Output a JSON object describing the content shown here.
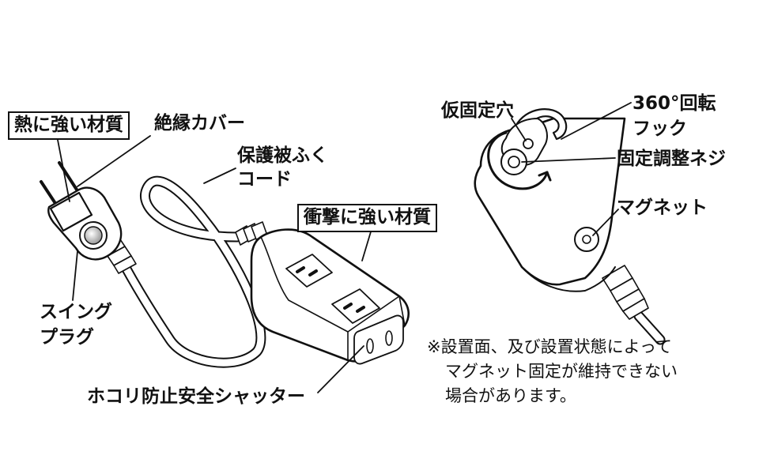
{
  "labels": {
    "heat_resistant": "熱に強い材質",
    "insulating_cover": "絶縁カバー",
    "coated_cord_line1": "保護被ふく",
    "coated_cord_line2": "コード",
    "impact_resistant": "衝撃に強い材質",
    "swing_plug_line1": "スイング",
    "swing_plug_line2": "プラグ",
    "dust_shutter": "ホコリ防止安全シャッター",
    "temp_hole": "仮固定穴",
    "hook_line1": "360°回転",
    "hook_line2": "フック",
    "adjust_screw": "固定調整ネジ",
    "magnet": "マグネット"
  },
  "note": {
    "line1": "※設置面、及び設置状態によって",
    "line2": "マグネット固定が維持できない",
    "line3": "場合があります。"
  }
}
